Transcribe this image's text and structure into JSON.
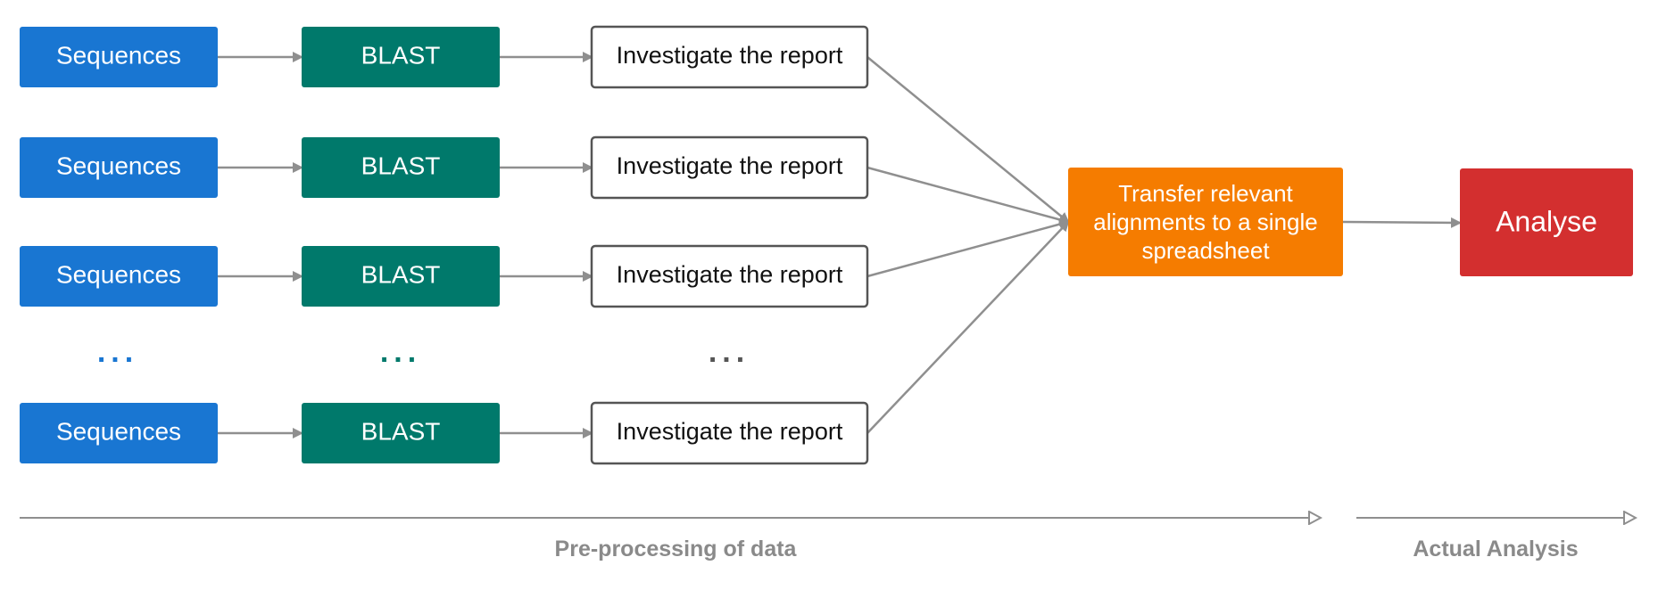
{
  "colors": {
    "sequences": "#1976D2",
    "blast": "#00796B",
    "report_border": "#555555",
    "transfer": "#F57C00",
    "analyse": "#D32F2F",
    "arrow": "#8f8f8f",
    "phase_label": "#8a8a8a",
    "white": "#ffffff",
    "dark_text": "#111111"
  },
  "rows": [
    {
      "sequences": "Sequences",
      "blast": "BLAST",
      "report": "Investigate the report"
    },
    {
      "sequences": "Sequences",
      "blast": "BLAST",
      "report": "Investigate the report"
    },
    {
      "sequences": "Sequences",
      "blast": "BLAST",
      "report": "Investigate the report"
    },
    {
      "sequences": "Sequences",
      "blast": "BLAST",
      "report": "Investigate the report"
    }
  ],
  "ellipsis": {
    "sequences": "...",
    "blast": "...",
    "report": "..."
  },
  "transfer": {
    "lines": [
      "Transfer relevant",
      "alignments to a single",
      "spreadsheet"
    ]
  },
  "analyse": {
    "label": "Analyse"
  },
  "phases": {
    "preprocessing": "Pre-processing of data",
    "analysis": "Actual Analysis"
  }
}
